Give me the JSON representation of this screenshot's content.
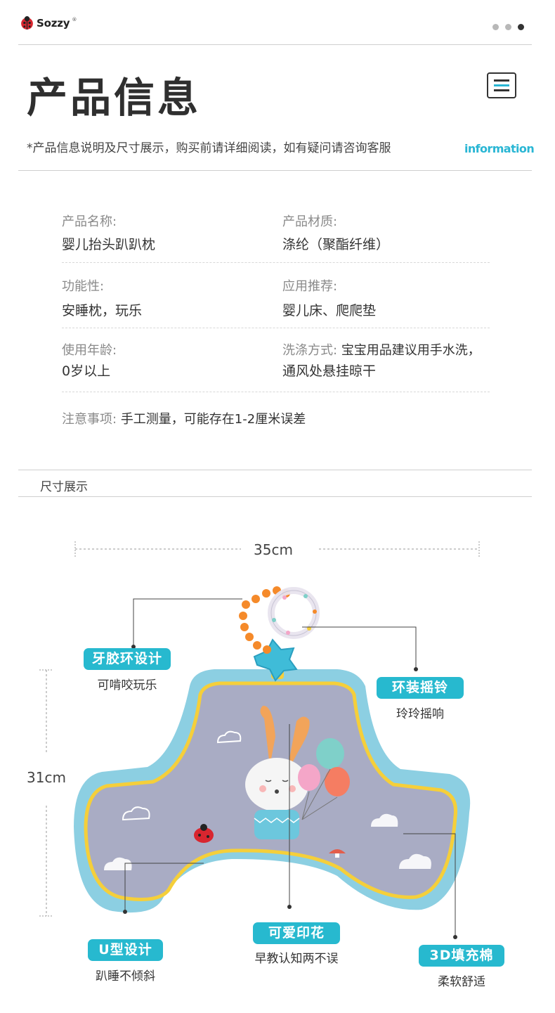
{
  "header": {
    "brand": "Sozzy",
    "brand_mark": "®",
    "pager_total": 3,
    "pager_active": 3
  },
  "hero": {
    "title": "产品信息",
    "note": "*产品信息说明及尺寸展示，购买前请详细阅读，如有疑问请咨询客服",
    "tag": "information",
    "menu_icon": "document-lines-icon"
  },
  "specs": [
    {
      "label": "产品名称:",
      "value": "婴儿抬头趴趴枕"
    },
    {
      "label": "产品材质:",
      "value": "涤纶（聚酯纤维）"
    },
    {
      "label": "功能性:",
      "value": "安睡枕，玩乐"
    },
    {
      "label": "应用推荐:",
      "value": "婴儿床、爬爬垫"
    },
    {
      "label": "使用年龄:",
      "value": "0岁以上"
    },
    {
      "label": "洗涤方式:",
      "value": "宝宝用品建议用手水洗，",
      "value2": "通风处悬挂晾干"
    }
  ],
  "caution": {
    "label": "注意事项:",
    "value": "手工测量，可能存在1-2厘米误差"
  },
  "size": {
    "section_title": "尺寸展示",
    "width": "35cm",
    "height": "31cm"
  },
  "features": [
    {
      "title": "牙胶环设计",
      "desc": "可啃咬玩乐"
    },
    {
      "title": "环装摇铃",
      "desc": "玲玲摇响"
    },
    {
      "title": "U型设计",
      "desc": "趴睡不倾斜"
    },
    {
      "title": "可爱印花",
      "desc": "早教认知两不误"
    },
    {
      "title": "3D填充棉",
      "desc": "柔软舒适"
    }
  ],
  "colors": {
    "accent": "#27b9cf",
    "pillow_blue": "#8ccfe2",
    "pillow_face": "#a9acc4",
    "piping": "#f5cf3a",
    "teether": "#f58a2a"
  }
}
